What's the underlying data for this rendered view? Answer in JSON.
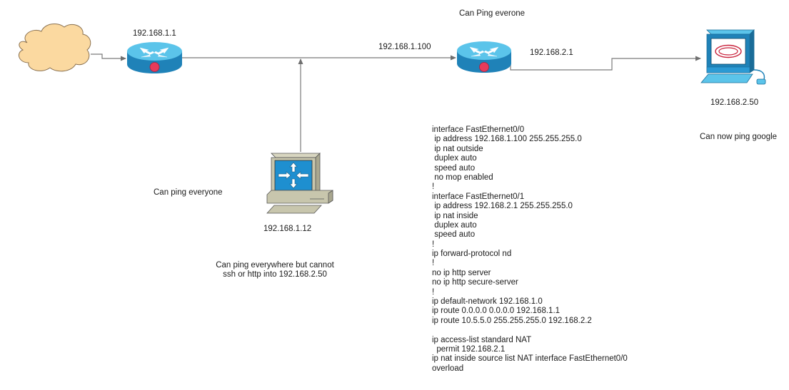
{
  "nodes": {
    "internet_cloud": {
      "type": "cloud",
      "label": ""
    },
    "router1": {
      "type": "router",
      "ip": "192.168.1.1"
    },
    "router2": {
      "type": "router",
      "ip": "192.168.1.100",
      "lan_ip": "192.168.2.1",
      "note": "Can Ping everone"
    },
    "pc_lan1": {
      "type": "workstation",
      "ip": "192.168.1.12",
      "side_note": "Can ping everyone",
      "note_lines": [
        "Can ping everywhere but cannot",
        "ssh or http into 192.168.2.50"
      ]
    },
    "pc_lan2": {
      "type": "computer",
      "ip": "192.168.2.50",
      "note": "Can now ping google"
    }
  },
  "config_lines": [
    "interface FastEthernet0/0",
    " ip address 192.168.1.100 255.255.255.0",
    " ip nat outside",
    " duplex auto",
    " speed auto",
    " no mop enabled",
    "!",
    "interface FastEthernet0/1",
    " ip address 192.168.2.1 255.255.255.0",
    " ip nat inside",
    " duplex auto",
    " speed auto",
    "!",
    "ip forward-protocol nd",
    "!",
    "no ip http server",
    "no ip http secure-server",
    "!",
    "ip default-network 192.168.1.0",
    "ip route 0.0.0.0 0.0.0.0 192.168.1.1",
    "ip route 10.5.5.0 255.255.255.0 192.168.2.2",
    "",
    "ip access-list standard NAT",
    "  permit 192.168.2.1",
    "ip nat inside source list NAT interface FastEthernet0/0",
    "overload"
  ],
  "colors": {
    "router_top": "#5bc4ea",
    "router_body": "#1f82b8",
    "router_led": "#e83a5a",
    "cloud_fill": "#fbd9a0",
    "cloud_stroke": "#8a7150",
    "link": "#7a7a7a",
    "workstation_beige": "#c8c6ad",
    "screen_blue": "#1e8fd0"
  }
}
